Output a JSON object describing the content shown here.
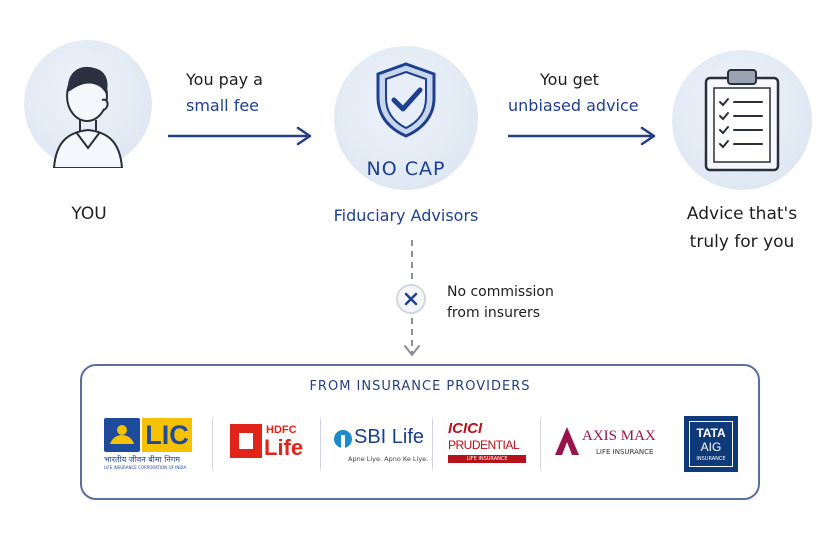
{
  "you": {
    "label": "YOU"
  },
  "flow_left": {
    "line1": "You pay a",
    "line2": "small fee"
  },
  "center": {
    "badge": "NO CAP",
    "name": "Fiduciary Advisors"
  },
  "flow_right": {
    "line1": "You get",
    "line2": "unbiased advice"
  },
  "outcome": {
    "line1": "Advice that's",
    "line2": "truly for you"
  },
  "blocked": {
    "line1": "No commission",
    "line2": "from insurers"
  },
  "providers": {
    "title": "FROM INSURANCE PROVIDERS",
    "lic": {
      "name": "LIC",
      "hindi": "भारतीय जीवन बीमा निगम",
      "sub": "LIFE INSURANCE CORPORATION OF INDIA"
    },
    "hdfc": {
      "top": "HDFC",
      "bottom": "Life"
    },
    "sbi": {
      "name": "SBI Life",
      "tagline": "Apne Liye. Apno Ke Liye."
    },
    "icici": {
      "top": "ICICI",
      "middle": "PRUDENTIAL",
      "bottom": "LIFE INSURANCE"
    },
    "axis": {
      "name": "AXIS MAX",
      "sub": "LIFE INSURANCE"
    },
    "tata": {
      "top": "TATA",
      "middle": "AIG",
      "bottom": "INSURANCE"
    }
  },
  "colors": {
    "accent": "#1f3f8f",
    "bubble": "#dfe8f3",
    "line": "#253f7e"
  }
}
